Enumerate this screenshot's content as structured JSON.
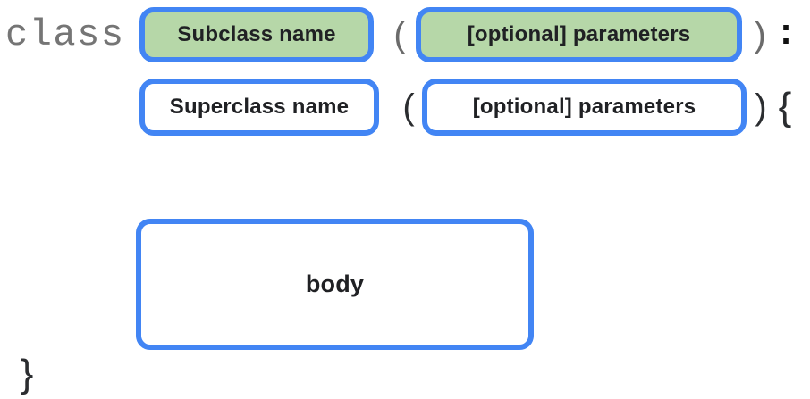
{
  "colors": {
    "accent_blue": "#4285f4",
    "green_fill": "#b6d7a8",
    "white_fill": "#ffffff",
    "keyword_gray": "#757575",
    "paren_gray": "#6b6b6b",
    "brace_dark": "#2b2d30",
    "label_black": "#202124"
  },
  "syntax": {
    "line1": {
      "keyword": "class",
      "subclass_box": {
        "label": "Subclass name",
        "fill": "#b6d7a8"
      },
      "open_paren": "(",
      "parameters_box": {
        "label": "[optional] parameters",
        "fill": "#b6d7a8"
      },
      "close_paren": ")",
      "colon": ":"
    },
    "line2": {
      "superclass_box": {
        "label": "Superclass name",
        "fill": "#ffffff"
      },
      "open_paren": "(",
      "parameters_box": {
        "label": "[optional] parameters",
        "fill": "#ffffff"
      },
      "close_paren": ")",
      "open_brace": "{"
    },
    "body_box": {
      "label": "body",
      "fill": "#ffffff"
    },
    "close_brace": "}"
  }
}
